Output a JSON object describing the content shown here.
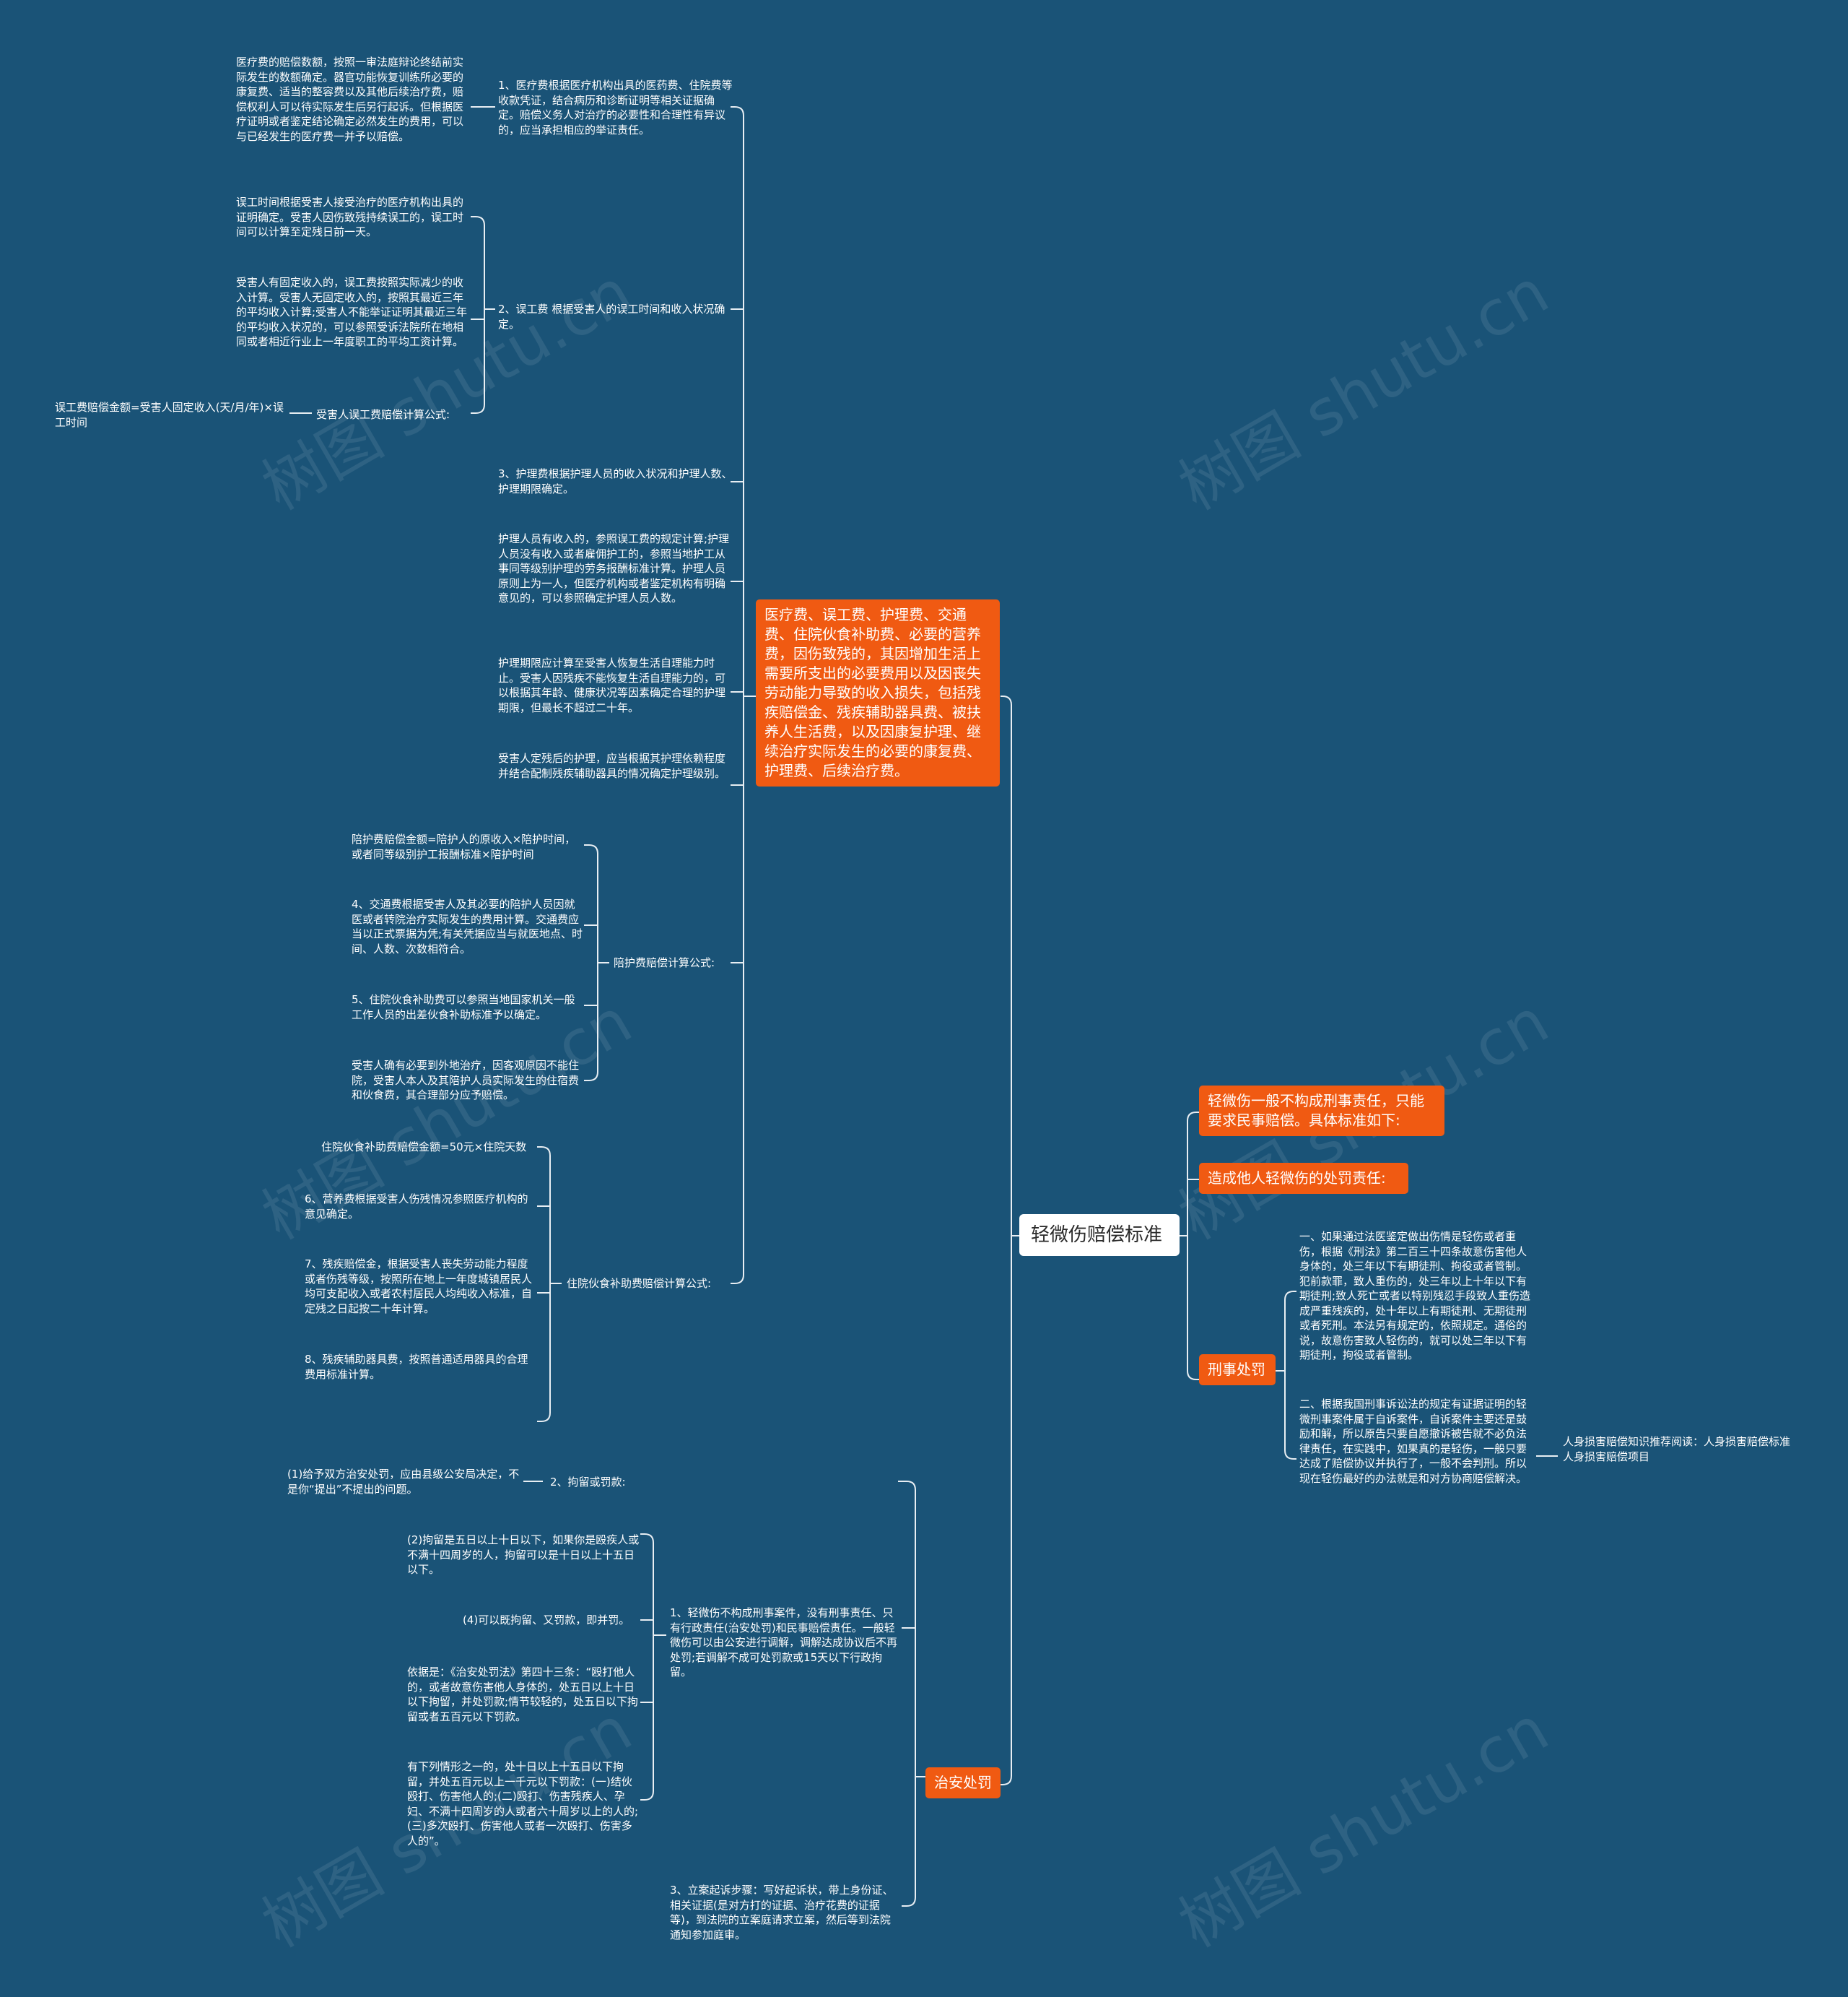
{
  "colors": {
    "background": "#1a5377",
    "orange": "#f05a12",
    "line": "#e8eef3",
    "root_bg": "#ffffff"
  },
  "watermark": "树图 shutu.cn",
  "root": "轻微伤赔偿标准",
  "branch_main": "医疗费、误工费、护理费、交通费、住院伙食补助费、必要的营养费，因伤致残的，其因增加生活上需要所支出的必要费用以及因丧失劳动能力导致的收入损失，包括残疾赔偿金、残疾辅助器具费、被扶养人生活费，以及因康复护理、继续治疗实际发生的必要的康复费、护理费、后续治疗费。",
  "right": {
    "civil": "轻微伤一般不构成刑事责任，只能要求民事赔偿。具体标准如下:",
    "liability": "造成他人轻微伤的处罚责任:",
    "criminal": "刑事处罚",
    "crim1": "一、如果通过法医鉴定做出伤情是轻伤或者重伤，根据《刑法》第二百三十四条故意伤害他人身体的，处三年以下有期徒刑、拘役或者管制。犯前款罪，致人重伤的，处三年以上十年以下有期徒刑;致人死亡或者以特别残忍手段致人重伤造成严重残疾的，处十年以上有期徒刑、无期徒刑或者死刑。本法另有规定的，依照规定。通俗的说，故意伤害致人轻伤的，就可以处三年以下有期徒刑，拘役或者管制。",
    "crim2": "二、根据我国刑事诉讼法的规定有证据证明的轻微刑事案件属于自诉案件，自诉案件主要还是鼓励和解，所以原告只要自愿撤诉被告就不必负法律责任，在实践中，如果真的是轻伤，一般只要达成了赔偿协议并执行了，一般不会判刑。所以现在轻伤最好的办法就是和对方协商赔偿解决。",
    "recommend": "人身损害赔偿知识推荐阅读：人身损害赔偿标准 人身损害赔偿项目"
  },
  "left": {
    "medical": "1、医疗费根据医疗机构出具的医药费、住院费等收款凭证，结合病历和诊断证明等相关证据确定。赔偿义务人对治疗的必要性和合理性有异议的，应当承担相应的举证责任。",
    "medical_note": "医疗费的赔偿数额，按照一审法庭辩论终结前实际发生的数额确定。器官功能恢复训练所必要的康复费、适当的整容费以及其他后续治疗费，赔偿权利人可以待实际发生后另行起诉。但根据医疗证明或者鉴定结论确定必然发生的费用，可以与已经发生的医疗费一并予以赔偿。",
    "lost_work": "2、误工费 根据受害人的误工时间和收入状况确定。",
    "lost_a": "误工时间根据受害人接受治疗的医疗机构出具的证明确定。受害人因伤致残持续误工的，误工时间可以计算至定残日前一天。",
    "lost_b": "受害人有固定收入的，误工费按照实际减少的收入计算。受害人无固定收入的，按照其最近三年的平均收入计算;受害人不能举证证明其最近三年的平均收入状况的，可以参照受诉法院所在地相同或者相近行业上一年度职工的平均工资计算。",
    "lost_formula_label": "受害人误工费赔偿计算公式:",
    "lost_formula": "误工费赔偿金额=受害人固定收入(天/月/年)×误工时间",
    "nursing": "3、护理费根据护理人员的收入状况和护理人数、护理期限确定。",
    "nursing_a": "护理人员有收入的，参照误工费的规定计算;护理人员没有收入或者雇佣护工的，参照当地护工从事同等级别护理的劳务报酬标准计算。护理人员原则上为一人，但医疗机构或者鉴定机构有明确意见的，可以参照确定护理人员人数。",
    "nursing_b": "护理期限应计算至受害人恢复生活自理能力时止。受害人因残疾不能恢复生活自理能力的，可以根据其年龄、健康状况等因素确定合理的护理期限，但最长不超过二十年。",
    "nursing_c": "受害人定残后的护理，应当根据其护理依赖程度并结合配制残疾辅助器具的情况确定护理级别。",
    "escort_label": "陪护费赔偿计算公式:",
    "escort_formula": "陪护费赔偿金额=陪护人的原收入×陪护时间，或者同等级别护工报酬标准×陪护时间",
    "transport": "4、交通费根据受害人及其必要的陪护人员因就医或者转院治疗实际发生的费用计算。交通费应当以正式票据为凭;有关凭据应当与就医地点、时间、人数、次数相符合。",
    "meal_allow": "5、住院伙食补助费可以参照当地国家机关一般工作人员的出差伙食补助标准予以确定。",
    "outside": "受害人确有必要到外地治疗，因客观原因不能住院，受害人本人及其陪护人员实际发生的住宿费和伙食费，其合理部分应予赔偿。",
    "meal_label": "住院伙食补助费赔偿计算公式:",
    "meal_formula": "住院伙食补助费赔偿金额=50元×住院天数",
    "nutrition": "6、营养费根据受害人伤残情况参照医疗机构的意见确定。",
    "disability": "7、残疾赔偿金，根据受害人丧失劳动能力程度或者伤残等级，按照所在地上一年度城镇居民人均可支配收入或者农村居民人均纯收入标准，自定残之日起按二十年计算。",
    "aids": "8、残疾辅助器具费，按照普通适用器具的合理费用标准计算。"
  },
  "security": {
    "label": "治安处罚",
    "detain": "2、拘留或罚款:",
    "detain_note": "(1)给予双方治安处罚，应由县级公安局决定，不是你“提出”不提出的问题。",
    "item1": "1、轻微伤不构成刑事案件，没有刑事责任、只有行政责任(治安处罚)和民事赔偿责任。一般轻微伤可以由公安进行调解，调解达成协议后不再处罚;若调解不成可处罚款或15天以下行政拘留。",
    "item1_a": "(2)拘留是五日以上十日以下，如果你是殴疾人或不满十四周岁的人，拘留可以是十日以上十五日以下。",
    "item1_b": "(4)可以既拘留、又罚款，即并罚。",
    "item1_c": "依据是：《治安处罚法》第四十三条：“殴打他人的，或者故意伤害他人身体的，处五日以上十日以下拘留，并处罚款;情节较轻的，处五日以下拘留或者五百元以下罚款。",
    "item1_d": "有下列情形之一的，处十日以上十五日以下拘留，并处五百元以上一千元以下罚款：(一)结伙殴打、伤害他人的;(二)殴打、伤害残疾人、孕妇、不满十四周岁的人或者六十周岁以上的人的;(三)多次殴打、伤害他人或者一次殴打、伤害多人的”。",
    "item3": "3、立案起诉步骤：写好起诉状，带上身份证、相关证据(是对方打的证据、治疗花费的证据等)，到法院的立案庭请求立案，然后等到法院通知参加庭审。"
  }
}
